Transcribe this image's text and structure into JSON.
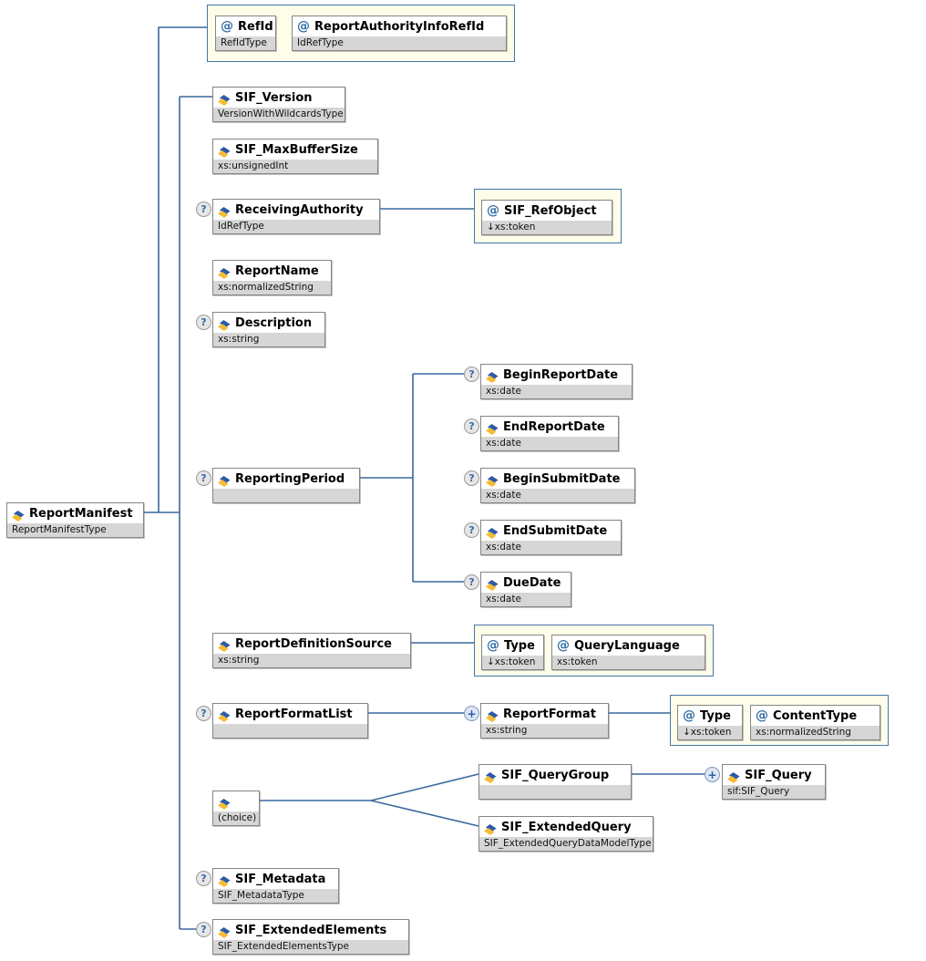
{
  "icons": {
    "attribute": "@",
    "optional": "?",
    "repeat": "+"
  },
  "colors": {
    "line": "#39689f",
    "container_fill": "#fdfdea",
    "container_border": "#4576a8",
    "type_bar": "#d6d6d6"
  },
  "nodes": {
    "reportManifest": {
      "name": "ReportManifest",
      "type": "ReportManifestType"
    },
    "refId": {
      "name": "RefId",
      "type": "RefIdType"
    },
    "reportAuthorityInfoRefId": {
      "name": "ReportAuthorityInfoRefId",
      "type": "IdRefType"
    },
    "sifVersion": {
      "name": "SIF_Version",
      "type": "VersionWithWildcardsType"
    },
    "sifMaxBufferSize": {
      "name": "SIF_MaxBufferSize",
      "type": "xs:unsignedInt"
    },
    "receivingAuthority": {
      "name": "ReceivingAuthority",
      "type": "IdRefType"
    },
    "sifRefObject": {
      "name": "SIF_RefObject",
      "type": "↓xs:token"
    },
    "reportName": {
      "name": "ReportName",
      "type": "xs:normalizedString"
    },
    "description": {
      "name": "Description",
      "type": "xs:string"
    },
    "reportingPeriod": {
      "name": "ReportingPeriod",
      "type": ""
    },
    "beginReportDate": {
      "name": "BeginReportDate",
      "type": "xs:date"
    },
    "endReportDate": {
      "name": "EndReportDate",
      "type": "xs:date"
    },
    "beginSubmitDate": {
      "name": "BeginSubmitDate",
      "type": "xs:date"
    },
    "endSubmitDate": {
      "name": "EndSubmitDate",
      "type": "xs:date"
    },
    "dueDate": {
      "name": "DueDate",
      "type": "xs:date"
    },
    "reportDefinitionSource": {
      "name": "ReportDefinitionSource",
      "type": "xs:string"
    },
    "rdsType": {
      "name": "Type",
      "type": "↓xs:token"
    },
    "queryLanguage": {
      "name": "QueryLanguage",
      "type": "xs:token"
    },
    "reportFormatList": {
      "name": "ReportFormatList",
      "type": ""
    },
    "reportFormat": {
      "name": "ReportFormat",
      "type": "xs:string"
    },
    "rfType": {
      "name": "Type",
      "type": "↓xs:token"
    },
    "contentType": {
      "name": "ContentType",
      "type": "xs:normalizedString"
    },
    "choice": {
      "name": "",
      "type": "(choice)"
    },
    "sifQueryGroup": {
      "name": "SIF_QueryGroup",
      "type": ""
    },
    "sifQuery": {
      "name": "SIF_Query",
      "type": "sif:SIF_Query"
    },
    "sifExtendedQuery": {
      "name": "SIF_ExtendedQuery",
      "type": "SIF_ExtendedQueryDataModelType"
    },
    "sifMetadata": {
      "name": "SIF_Metadata",
      "type": "SIF_MetadataType"
    },
    "sifExtendedElements": {
      "name": "SIF_ExtendedElements",
      "type": "SIF_ExtendedElementsType"
    }
  }
}
